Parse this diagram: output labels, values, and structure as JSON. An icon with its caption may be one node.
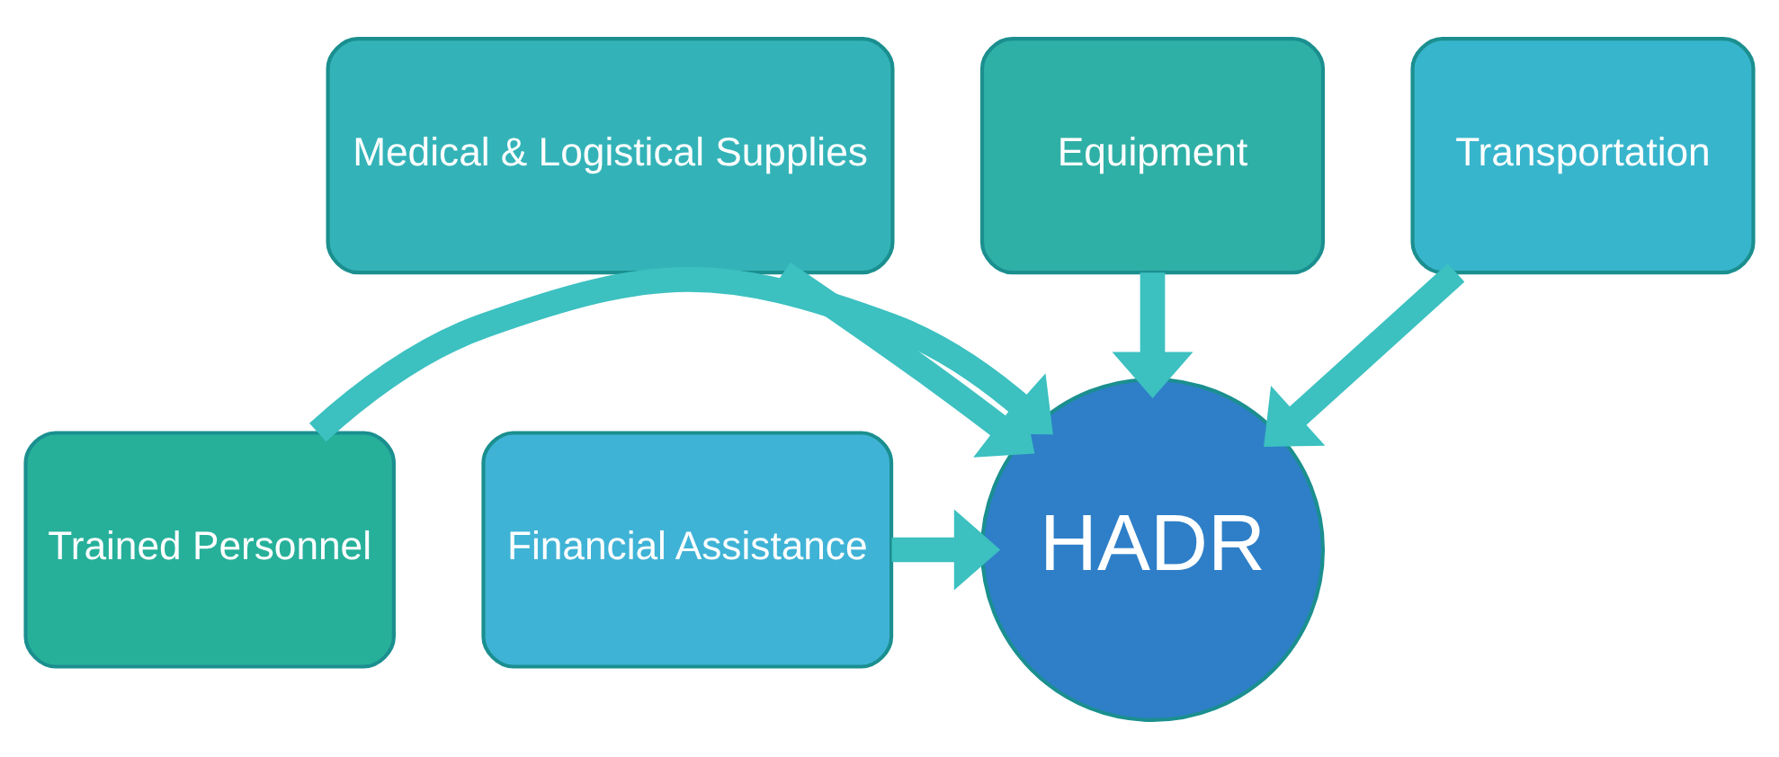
{
  "diagram": {
    "nodes": [
      {
        "text": [
          "Medical & Logistical Supplies"
        ]
      },
      {
        "text": [
          "Equipment"
        ]
      },
      {
        "text": [
          "Transportation"
        ]
      },
      {
        "text": [
          "Trained Personnel"
        ]
      },
      {
        "text": [
          "HADR"
        ]
      },
      {
        "text": [
          "Financial Assistance"
        ]
      }
    ],
    "edges": [
      {
        "from": 0,
        "to": 4,
        "arrow": "to"
      },
      {
        "from": 1,
        "to": 4,
        "arrow": "to"
      },
      {
        "from": 2,
        "to": 4,
        "arrow": "to"
      },
      {
        "from": 3,
        "to": 4,
        "arrow": "to"
      },
      {
        "from": 5,
        "to": 4,
        "arrow": "to"
      }
    ]
  }
}
